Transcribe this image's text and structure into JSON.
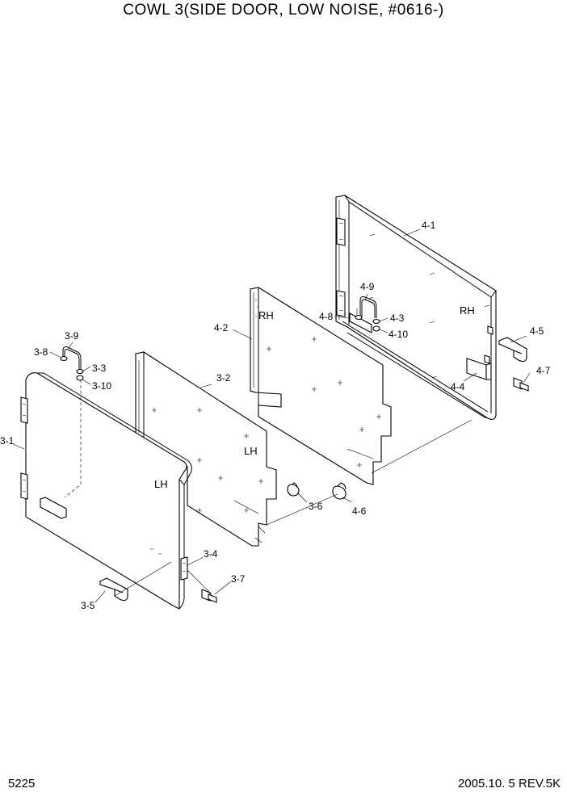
{
  "title": "COWL 3(SIDE DOOR, LOW NOISE, #0616-)",
  "page_number": "5225",
  "revision": "2005.10. 5  REV.5K",
  "side_labels": [
    "RH",
    "RH",
    "LH",
    "LH"
  ],
  "part_labels": [
    "4-1",
    "4-9",
    "4-8",
    "4-3",
    "4-10",
    "4-5",
    "4-7",
    "4-4",
    "4-2",
    "4-6",
    "3-9",
    "3-8",
    "3-3",
    "3-10",
    "3-2",
    "3-1",
    "3-6",
    "3-4",
    "3-7",
    "3-5"
  ]
}
